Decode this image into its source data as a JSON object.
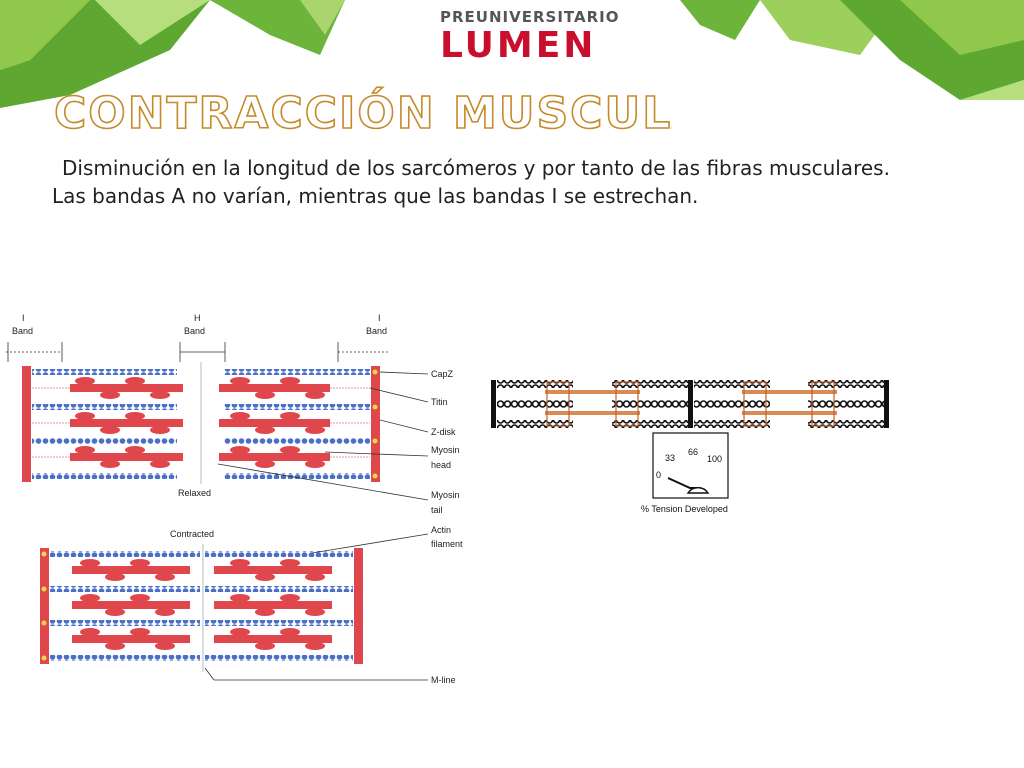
{
  "logo": {
    "top": "PREUNIVERSITARIO",
    "main": "LUMEN"
  },
  "title": "CONTRACCIÓN MUSCULAR",
  "paragraphs": [
    "Disminución en la longitud de los sarcómeros y por tanto de las fibras musculares.",
    "Las bandas A no varían, mientras que las bandas I se estrechan."
  ],
  "figure_left": {
    "band_labels": {
      "i_left": [
        "I",
        "Band"
      ],
      "h": [
        "H",
        "Band"
      ],
      "i_right": [
        "I",
        "Band"
      ]
    },
    "relaxed_label": "Relaxed",
    "contracted_label": "Contracted",
    "callouts": {
      "capz": [
        "CapZ"
      ],
      "titin": [
        "Titin"
      ],
      "zdisk": [
        "Z-disk"
      ],
      "myosin_head": [
        "Myosin",
        "head"
      ],
      "myosin_tail": [
        "Myosin",
        "tail"
      ],
      "actin": [
        "Actin",
        "filament"
      ],
      "mline": [
        "M-line"
      ]
    }
  },
  "figure_right": {
    "gauge_ticks": [
      "0",
      "33",
      "66",
      "100"
    ],
    "gauge_caption": "% Tension Developed"
  },
  "colors": {
    "logo_red": "#c8102e",
    "title_stroke": "#c58a2a",
    "muscle_red": "#e0474c",
    "actin_blue": "#4a6fc9",
    "deco_green": "#7bbf3a"
  }
}
